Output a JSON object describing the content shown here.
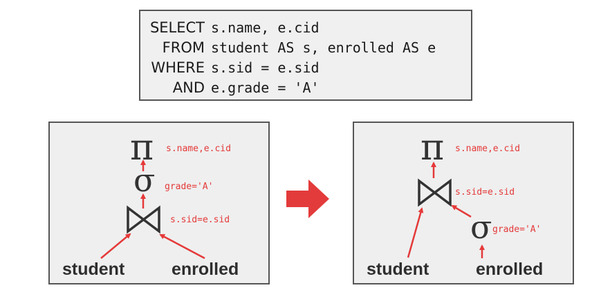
{
  "sql": {
    "lines": [
      {
        "keyword": "SELECT",
        "expr": "s.name, e.cid"
      },
      {
        "keyword": "FROM",
        "expr": "student AS s, enrolled AS e"
      },
      {
        "keyword": "WHERE",
        "expr": "s.sid = e.sid"
      },
      {
        "keyword": "AND",
        "expr": "e.grade = 'A'"
      }
    ]
  },
  "left_tree": {
    "projection_symbol": "π",
    "projection_label": "s.name,e.cid",
    "selection_symbol": "σ",
    "selection_label": "grade='A'",
    "join_label": "s.sid=e.sid",
    "relation_left": "student",
    "relation_right": "enrolled"
  },
  "right_tree": {
    "projection_symbol": "π",
    "projection_label": "s.name,e.cid",
    "join_label": "s.sid=e.sid",
    "selection_symbol": "σ",
    "selection_label": "grade='A'",
    "relation_left": "student",
    "relation_right": "enrolled"
  },
  "colors": {
    "edge_arrow": "#e53939",
    "transform_arrow": "#e33b3b",
    "node_symbol": "#333333"
  }
}
